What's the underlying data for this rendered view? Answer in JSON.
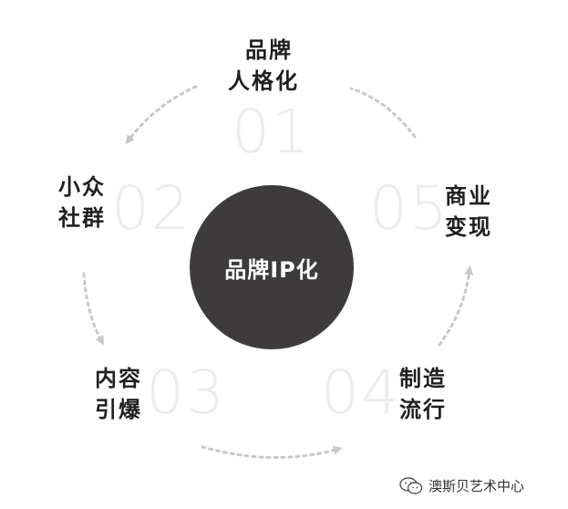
{
  "center_label": "品牌IP化",
  "steps": [
    {
      "num": "01",
      "line1": "品牌",
      "line2": "人格化"
    },
    {
      "num": "02",
      "line1": "小众",
      "line2": "社群"
    },
    {
      "num": "03",
      "line1": "内容",
      "line2": "引爆"
    },
    {
      "num": "04",
      "line1": "制造",
      "line2": "流行"
    },
    {
      "num": "05",
      "line1": "商业",
      "line2": "变现"
    }
  ],
  "watermark": "澳斯贝艺术中心",
  "colors": {
    "center": "#3d3b3b",
    "number": "#ececec",
    "arrow": "#c8c8c8",
    "text": "#1f1f1f"
  }
}
